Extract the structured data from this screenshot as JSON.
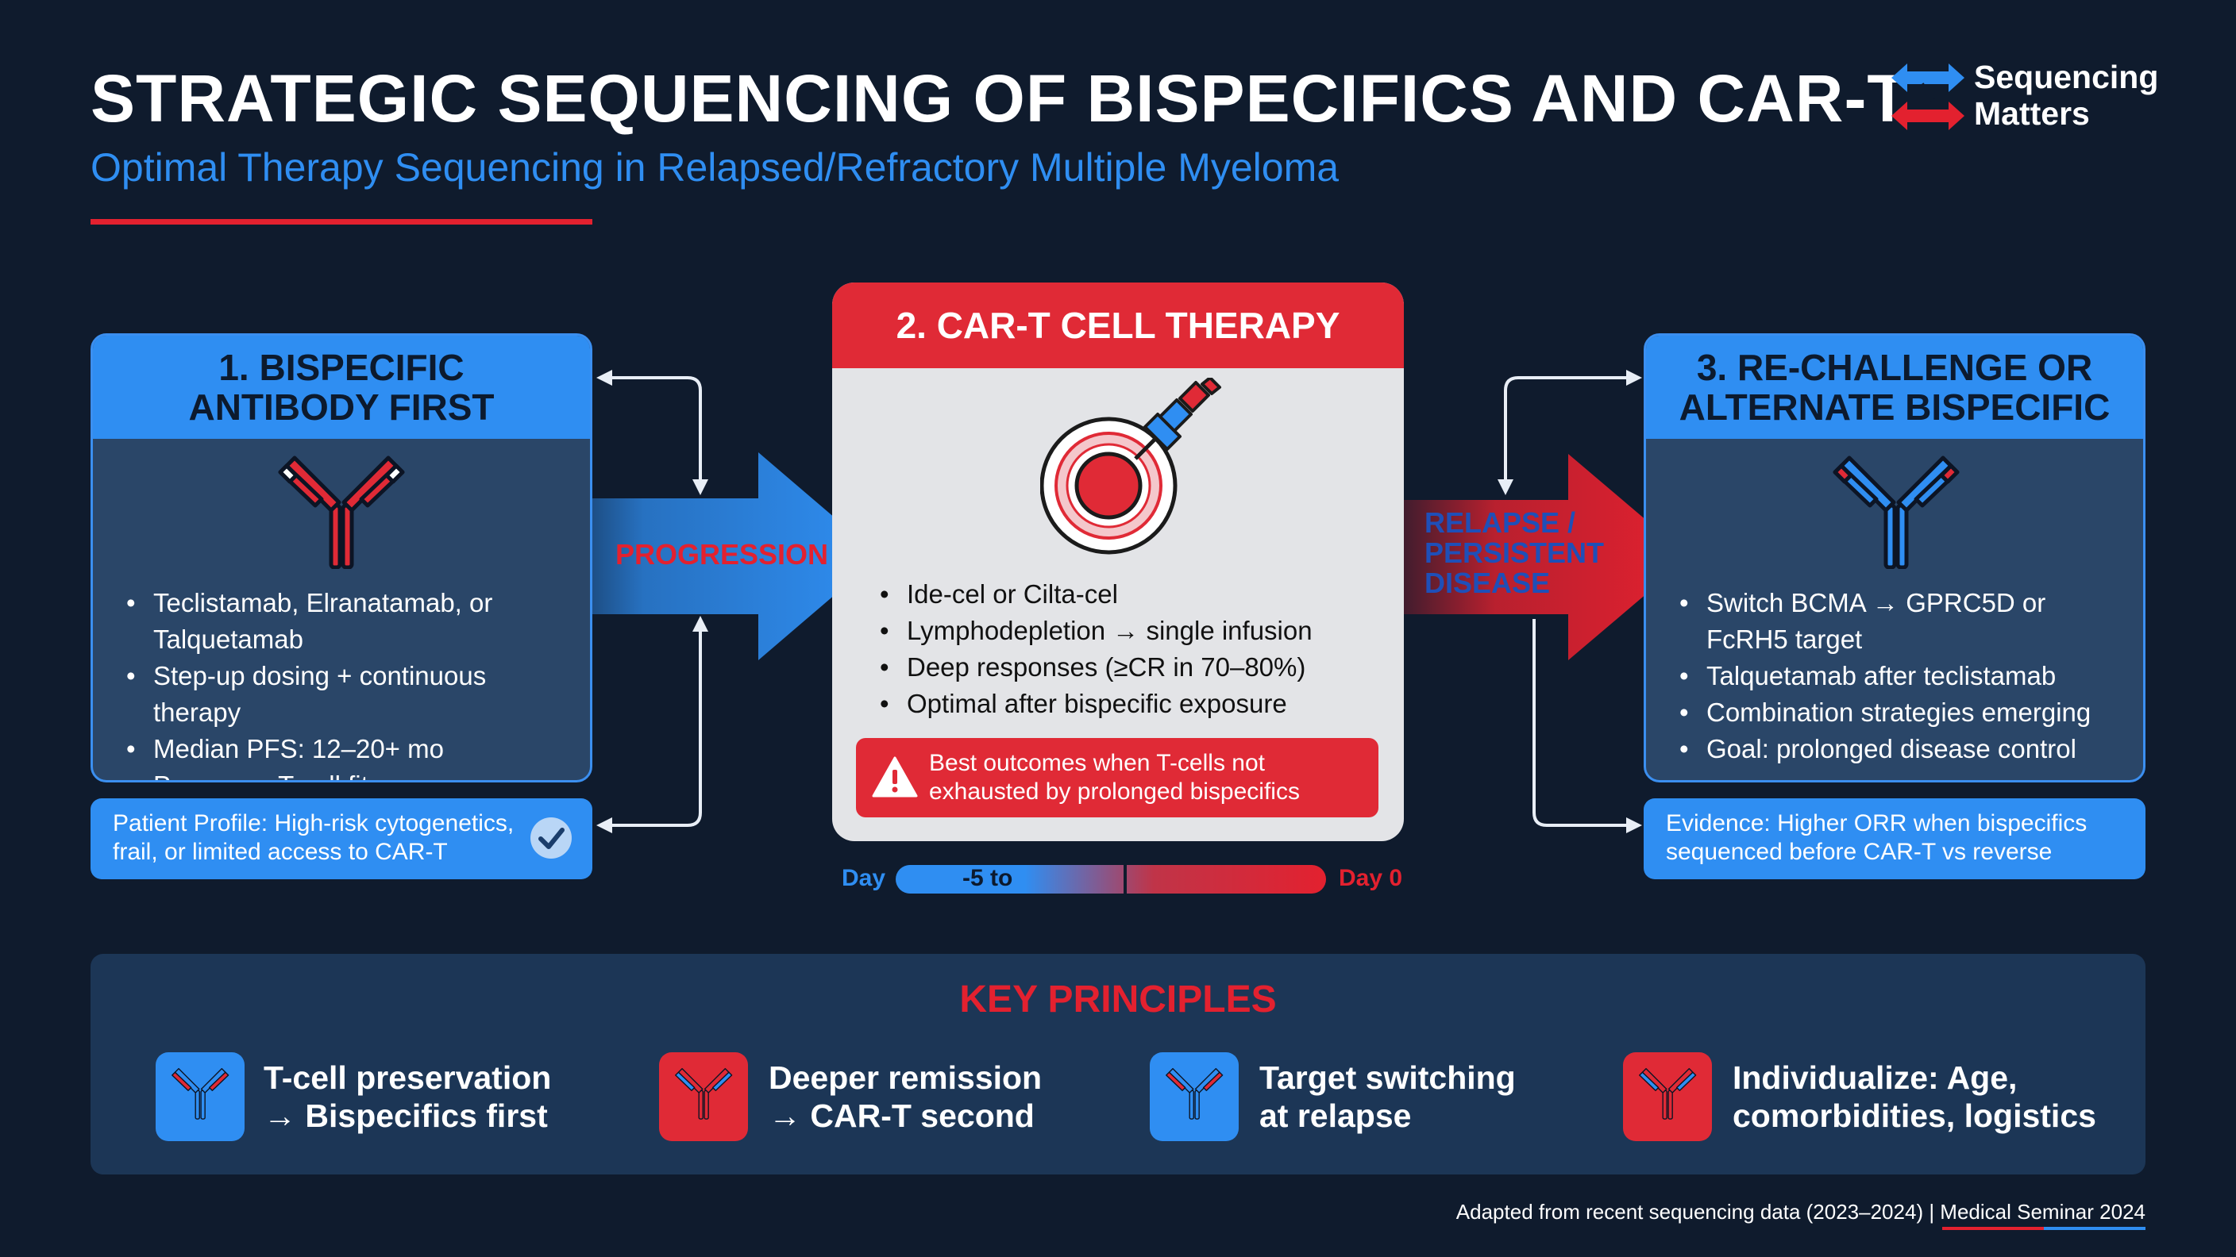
{
  "header": {
    "title": "STRATEGIC SEQUENCING OF BISPECIFICS AND CAR-T",
    "subtitle": "Optimal Therapy Sequencing in Relapsed/Refractory Multiple Myeloma"
  },
  "brand": {
    "line1": "Sequencing",
    "line2": "Matters"
  },
  "panel1": {
    "title_line1": "1. BISPECIFIC",
    "title_line2": "ANTIBODY FIRST",
    "bullets": [
      {
        "line1": "Teclistamab, Elranatamab, or",
        "line2": "Talquetamab"
      },
      {
        "line1": "Step-up dosing + continuous therapy"
      },
      {
        "line1": "Median PFS: 12–20+ mo"
      },
      {
        "line1": "Preserves T-cell fitness"
      }
    ],
    "profile_line1": "Patient Profile: High-risk cytogenetics,",
    "profile_line2": "frail, or limited access to CAR-T"
  },
  "flow": {
    "progression": "PROGRESSION",
    "relapse_line1": "RELAPSE /",
    "relapse_line2": "PERSISTENT",
    "relapse_line3": "DISEASE"
  },
  "panel2": {
    "title": "2. CAR-T CELL THERAPY",
    "bullets": [
      "Ide-cel or Cilta-cel",
      "Lymphodepletion → single infusion",
      "Deep responses (≥CR in 70–80%)",
      "Optimal after bispecific exposure"
    ],
    "warning_line1": "Best outcomes when T-cells not",
    "warning_line2": "exhausted by prolonged bispecifics"
  },
  "timeline": {
    "left_label": "Day",
    "bar_label": "-5 to",
    "right_label": "Day 0"
  },
  "panel3": {
    "title_line1": "3. RE-CHALLENGE OR",
    "title_line2": "ALTERNATE BISPECIFIC",
    "bullets": [
      {
        "line1": "Switch BCMA → GPRC5D or",
        "line2": "FcRH5 target"
      },
      {
        "line1": "Talquetamab after teclistamab"
      },
      {
        "line1": "Combination strategies emerging"
      },
      {
        "line1": "Goal: prolonged disease control"
      }
    ],
    "evidence_line1": "Evidence: Higher ORR when bispecifics",
    "evidence_line2": "sequenced before CAR-T vs reverse"
  },
  "key_principles": {
    "title": "KEY PRINCIPLES",
    "items": [
      {
        "line1": "T-cell preservation",
        "line2": "→ Bispecifics first",
        "icon": "antibody-icon",
        "color": "blue"
      },
      {
        "line1": "Deeper remission",
        "line2": "→ CAR-T second",
        "icon": "antibody-icon",
        "color": "red"
      },
      {
        "line1": "Target switching",
        "line2": "at relapse",
        "icon": "antibody-icon",
        "color": "blue"
      },
      {
        "line1": "Individualize: Age,",
        "line2": "comorbidities, logistics",
        "icon": "antibody-icon",
        "color": "red"
      }
    ]
  },
  "footer": {
    "text": "Adapted from recent sequencing data (2023–2024) | Medical Seminar 2024"
  },
  "colors": {
    "background": "#0f1b2d",
    "blue": "#2f8ef2",
    "red": "#e3212f",
    "panel_blue_bg": "#2a4668",
    "center_panel_bg": "#e3e4e7"
  }
}
